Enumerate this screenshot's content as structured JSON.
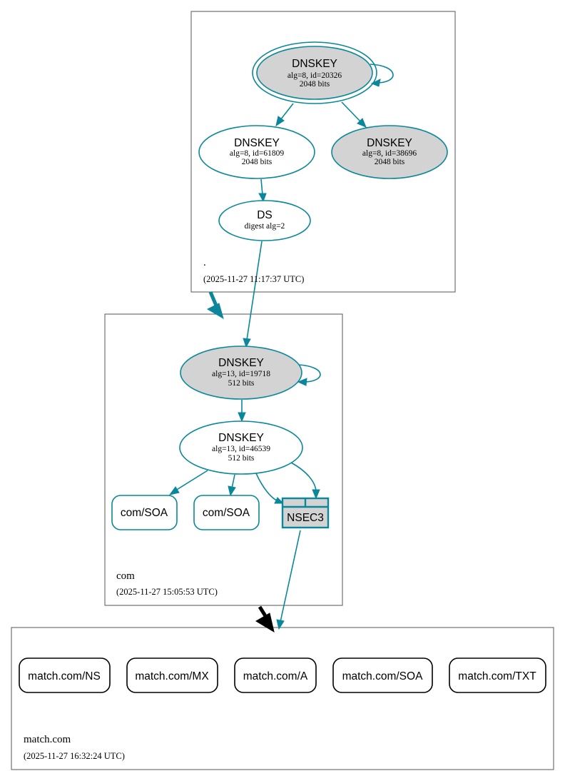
{
  "zones": {
    "root": {
      "name": ".",
      "timestamp": "(2025-11-27 11:17:37 UTC)"
    },
    "com": {
      "name": "com",
      "timestamp": "(2025-11-27 15:05:53 UTC)"
    },
    "match": {
      "name": "match.com",
      "timestamp": "(2025-11-27 16:32:24 UTC)"
    }
  },
  "nodes": {
    "root_ksk": {
      "title": "DNSKEY",
      "line1": "alg=8, id=20326",
      "line2": "2048 bits"
    },
    "root_zsk": {
      "title": "DNSKEY",
      "line1": "alg=8, id=61809",
      "line2": "2048 bits"
    },
    "root_zsk2": {
      "title": "DNSKEY",
      "line1": "alg=8, id=38696",
      "line2": "2048 bits"
    },
    "ds": {
      "title": "DS",
      "line1": "digest alg=2"
    },
    "com_ksk": {
      "title": "DNSKEY",
      "line1": "alg=13, id=19718",
      "line2": "512 bits"
    },
    "com_zsk": {
      "title": "DNSKEY",
      "line1": "alg=13, id=46539",
      "line2": "512 bits"
    },
    "com_soa1": {
      "label": "com/SOA"
    },
    "com_soa2": {
      "label": "com/SOA"
    },
    "nsec3": {
      "label": "NSEC3"
    }
  },
  "match_records": [
    {
      "label": "match.com/NS"
    },
    {
      "label": "match.com/MX"
    },
    {
      "label": "match.com/A"
    },
    {
      "label": "match.com/SOA"
    },
    {
      "label": "match.com/TXT"
    }
  ],
  "colors": {
    "edge": "#0a879a",
    "filled_node": "#d3d3d3",
    "zone_border": "#555555",
    "delegation_insecure": "#000000"
  }
}
